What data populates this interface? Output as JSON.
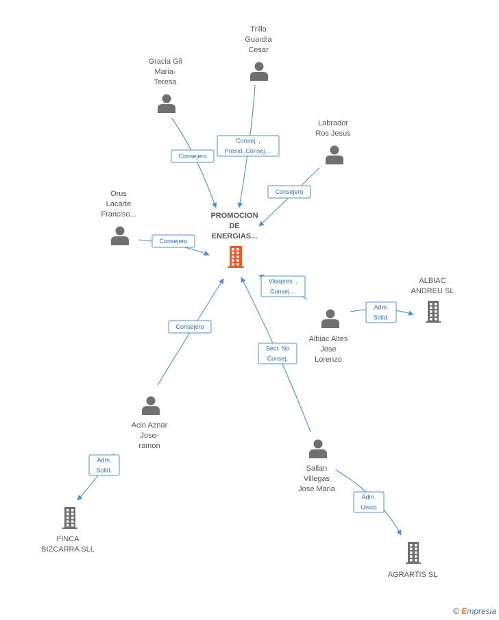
{
  "colors": {
    "edge": "#4a90d9",
    "edge_label_border": "#4a90d9",
    "edge_label_text": "#2f72c8",
    "person_icon": "#707070",
    "company_icon": "#707070",
    "center_icon": "#f05a28",
    "label_text": "#555555"
  },
  "nodes": [
    {
      "id": "center",
      "type": "company-center",
      "label": [
        "PROMOCION",
        "DE",
        "ENERGIAS..."
      ]
    },
    {
      "id": "trillo",
      "type": "person",
      "label": [
        "Trillo",
        "Guardia",
        "Cesar"
      ]
    },
    {
      "id": "gracia",
      "type": "person",
      "label": [
        "Gracia Gil",
        "Maria-",
        "Teresa"
      ]
    },
    {
      "id": "labrador",
      "type": "person",
      "label": [
        "Labrador",
        "Ros Jesus"
      ]
    },
    {
      "id": "orus",
      "type": "person",
      "label": [
        "Orus",
        "Lacarte",
        "Franciso..."
      ]
    },
    {
      "id": "albiac",
      "type": "person",
      "label": [
        "Albiac Altes",
        "Jose",
        "Lorenzo"
      ]
    },
    {
      "id": "albiac_sl",
      "type": "company",
      "label": [
        "ALBIAC",
        "ANDREU SL"
      ]
    },
    {
      "id": "acin",
      "type": "person",
      "label": [
        "Acin Aznar",
        "Jose-",
        "ramon"
      ]
    },
    {
      "id": "finca",
      "type": "company",
      "label": [
        "FINCA",
        "BIZCARRA SLL"
      ]
    },
    {
      "id": "sallan",
      "type": "person",
      "label": [
        "Sallan",
        "Villegas",
        "Jose Maria"
      ]
    },
    {
      "id": "agrartis",
      "type": "company",
      "label": [
        "AGRARTIS SL"
      ]
    }
  ],
  "edges": [
    {
      "from": "trillo",
      "to": "center",
      "label": [
        "Consej. ,",
        "Presid.,Consej...."
      ]
    },
    {
      "from": "gracia",
      "to": "center",
      "label": [
        "Consejero"
      ]
    },
    {
      "from": "labrador",
      "to": "center",
      "label": [
        "Consejero"
      ]
    },
    {
      "from": "orus",
      "to": "center",
      "label": [
        "Consejero"
      ]
    },
    {
      "from": "albiac",
      "to": "center",
      "label": [
        "Vicepres. ,",
        "Consej...."
      ]
    },
    {
      "from": "albiac",
      "to": "albiac_sl",
      "label": [
        "Adm.",
        "Solid."
      ]
    },
    {
      "from": "acin",
      "to": "center",
      "label": [
        "Consejero"
      ]
    },
    {
      "from": "acin",
      "to": "finca",
      "label": [
        "Adm.",
        "Solid."
      ]
    },
    {
      "from": "sallan",
      "to": "center",
      "label": [
        "Secr.  No",
        "Consej."
      ]
    },
    {
      "from": "sallan",
      "to": "agrartis",
      "label": [
        "Adm.",
        "Unico"
      ]
    }
  ],
  "watermark": {
    "copyright": "©",
    "brand_initial": "E",
    "brand_rest": "mpresia"
  }
}
